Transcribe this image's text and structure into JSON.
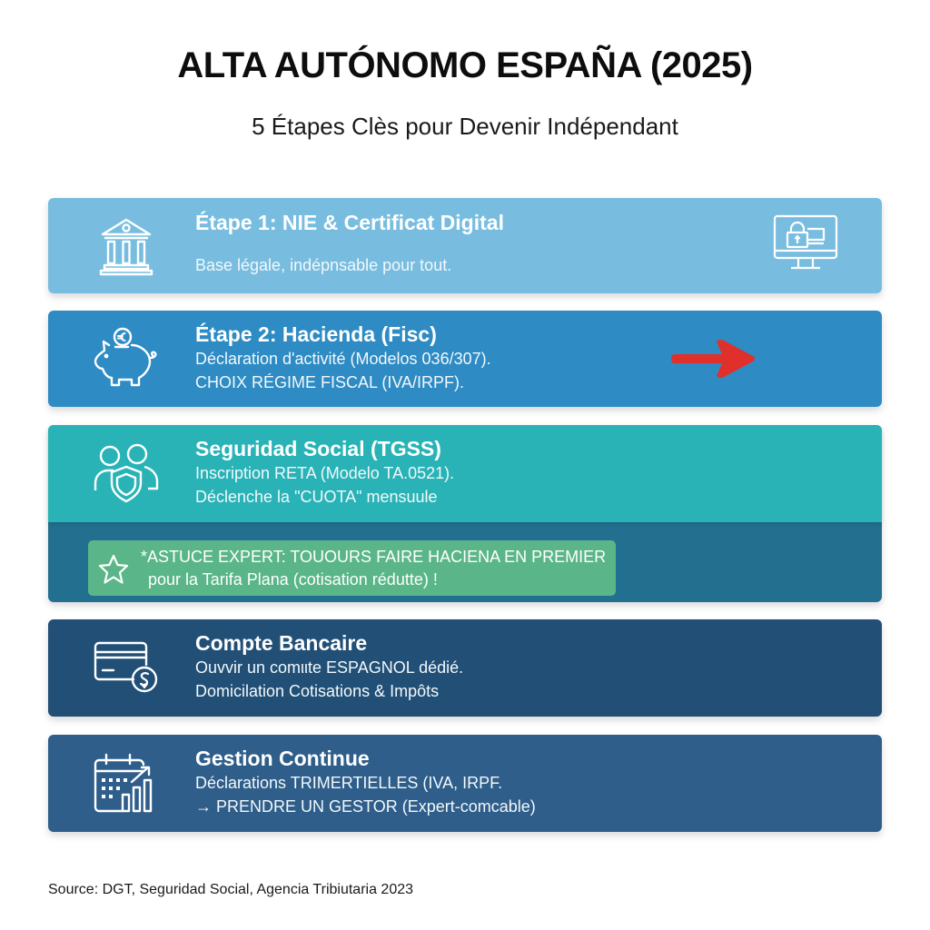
{
  "header": {
    "title": "ALTA AUTÓNOMO ESPAÑA (2025)",
    "subtitle": "5 Étapes Clès pour Devenir Indépendant"
  },
  "steps": [
    {
      "title": "Étape 1: NIE & Certificat Digital",
      "lines": [
        "Base légale, indépnsable pour tout."
      ],
      "icon": "bank-building-icon",
      "right_icon": "computer-lock-icon",
      "color": "#78bde0"
    },
    {
      "title": "Étape 2: Hacienda (Fisc)",
      "lines": [
        "Déclaration d'activité (Modelos 036/307).",
        "CHOIX RÉGIME FISCAL (IVA/IRPF)."
      ],
      "icon": "piggy-bank-euro-icon",
      "right_icon": "red-arrow-right-icon",
      "color": "#2e8bc4",
      "accent": "#e0302c"
    },
    {
      "title": "Seguridad Social (TGSS)",
      "lines": [
        "Inscription RETA (Modelo TA.0521).",
        "Déclenche la \"CUOTA\" mensuule"
      ],
      "icon": "users-shield-icon",
      "color": "#29b3b6",
      "tip": {
        "icon": "star-icon",
        "line1": "*ASTUCE EXPERT: TOUOURS FAIRE HACIENA EN PREMIER",
        "line2": "pour la Tarifa Plana (cotisation rédutte) !",
        "color": "#5ab688",
        "panel_color": "#226f8f"
      }
    },
    {
      "title": "Compte Bancaire",
      "lines": [
        "Ouvvir un comιιte ESPAGNOL dédié.",
        "Domicilation Cotisations & Impôts"
      ],
      "icon": "card-euro-icon",
      "color": "#214f76"
    },
    {
      "title": "Gestion Continue",
      "lines": [
        "Déclarations TRIMERTIELLES (IVA, IRPF.",
        "→ PRENDRE UN GESTOR (Expert-comcable)"
      ],
      "icon": "calendar-chart-icon",
      "color": "#2f5e8a"
    }
  ],
  "footer": {
    "source": "Source: DGT, Seguridad Social, Agencia Tribiutaria 2023"
  }
}
